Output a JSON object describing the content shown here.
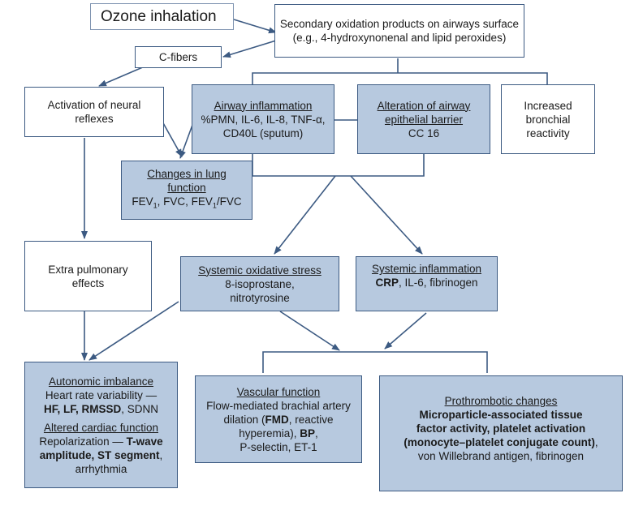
{
  "ozone": "Ozone inhalation",
  "secondary": {
    "line1": "Secondary oxidation products on airways surface",
    "line2": "(e.g., 4-hydroxynonenal and lipid peroxides)"
  },
  "cfibers": "C-fibers",
  "neural": {
    "line1": "Activation of neural",
    "line2": "reflexes"
  },
  "airway_inflammation": {
    "title": "Airway inflammation",
    "line1": "%PMN, IL-6, IL-8, TNF-α,",
    "line2": "CD40L (sputum)"
  },
  "barrier": {
    "title1": "Alteration of airway",
    "title2": "epithelial barrier",
    "line1": "CC 16"
  },
  "reactivity": {
    "line1": "Increased",
    "line2": "bronchial",
    "line3": "reactivity"
  },
  "lung": {
    "title1": "Changes in lung",
    "title2": "function",
    "fev1": "FEV",
    "sub1": "1",
    "rest1": ", FVC, FEV",
    "sub2": "1",
    "rest2": "/FVC"
  },
  "extra": {
    "line1": "Extra pulmonary",
    "line2": "effects"
  },
  "oxidative": {
    "title": "Systemic oxidative stress",
    "line1": "8-isoprostane,",
    "line2": "nitrotyrosine"
  },
  "sys_inflammation": {
    "title": "Systemic inflammation",
    "bold": "CRP",
    "rest": ", IL-6, fibrinogen"
  },
  "autonomic": {
    "title": "Autonomic imbalance",
    "line1": "Heart rate variability —",
    "line2_bold": "HF, LF, RMSSD",
    "line2_rest": ", SDNN",
    "title2": "Altered cardiac function",
    "line3": "Repolarization — ",
    "line3_bold": "T-wave",
    "line4_bold": "amplitude, ST segment",
    "line4_rest": ",",
    "line5": "arrhythmia"
  },
  "vascular": {
    "title": "Vascular function",
    "line1": "Flow-mediated brachial artery",
    "line2a": "dilation (",
    "line2b": "FMD",
    "line2c": ", reactive",
    "line3a": "hyperemia), ",
    "line3b": "BP",
    "line3c": ",",
    "line4": "P-selectin, ET-1"
  },
  "prothrombotic": {
    "title": "Prothrombotic changes",
    "line1": "Microparticle-associated tissue",
    "line2": "factor activity, platelet activation",
    "line3": "(monocyte–platelet conjugate count)",
    "line3_rest": ",",
    "line4": "von Willebrand antigen, fibrinogen"
  }
}
